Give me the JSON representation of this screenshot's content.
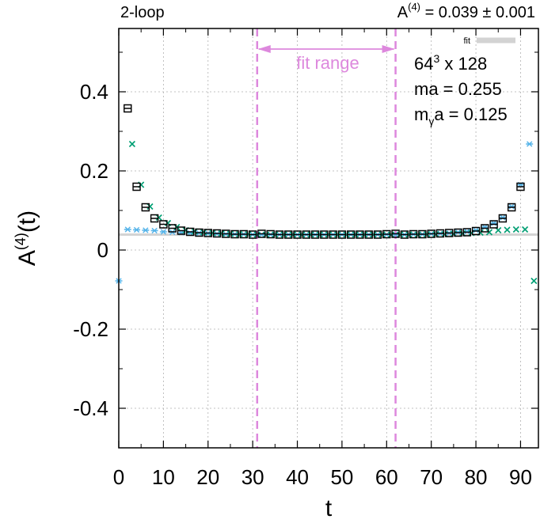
{
  "header": {
    "left": "2-loop",
    "right_base": "A",
    "right_sup": "(4)",
    "right_rest": " = 0.039 ± 0.001"
  },
  "annotation": {
    "line1_base": "64",
    "line1_sup": "3",
    "line1_rest": " x 128",
    "line2": "ma = 0.255",
    "line3_base": "m",
    "line3_sub": "γ",
    "line3_rest": "a = 0.125"
  },
  "fit_range_label": "fit range",
  "legend": {
    "fit_label": "fit"
  },
  "colors": {
    "fit_range": "#dd88dd",
    "fit_band": "#d3d3d3",
    "series_blue": "#56b4e9",
    "series_green": "#009e73",
    "series_black": "#000000",
    "grid": "#b0b0b0"
  },
  "chart_data": {
    "type": "scatter",
    "xlabel": "t",
    "ylabel_base": "A",
    "ylabel_sup": "(4)",
    "ylabel_rest": "(t)",
    "xlim": [
      0,
      94
    ],
    "ylim": [
      -0.5,
      0.56
    ],
    "xticks": [
      0,
      10,
      20,
      30,
      40,
      50,
      60,
      70,
      80,
      90
    ],
    "yticks": [
      -0.4,
      -0.2,
      0,
      0.2,
      0.4
    ],
    "ytick_labels": [
      "-0.4",
      "-0.2",
      "0",
      "0.2",
      "0.4"
    ],
    "grid": true,
    "fit_value": 0.039,
    "fit_error": 0.001,
    "fit_range": [
      31,
      62
    ],
    "series": [
      {
        "marker": "asterisk",
        "color": "#56b4e9",
        "x": [
          0,
          2,
          4,
          6,
          8,
          10,
          12,
          14,
          16,
          18,
          20,
          22,
          24,
          26,
          28,
          30,
          32,
          34,
          36,
          38,
          40,
          42,
          44,
          46,
          48,
          50,
          52,
          54,
          56,
          58,
          60,
          62,
          64,
          66,
          68,
          70,
          72,
          74,
          76,
          78,
          80,
          82,
          84,
          86,
          88,
          90,
          92
        ],
        "y": [
          -0.078,
          0.052,
          0.051,
          0.05,
          0.049,
          0.046,
          0.045,
          0.044,
          0.043,
          0.043,
          0.042,
          0.041,
          0.04,
          0.04,
          0.04,
          0.039,
          0.039,
          0.039,
          0.039,
          0.039,
          0.039,
          0.039,
          0.039,
          0.039,
          0.039,
          0.039,
          0.039,
          0.039,
          0.039,
          0.039,
          0.039,
          0.039,
          0.039,
          0.04,
          0.04,
          0.041,
          0.042,
          0.043,
          0.045,
          0.047,
          0.05,
          0.058,
          0.068,
          0.082,
          0.11,
          0.165,
          0.268
        ]
      },
      {
        "marker": "cross",
        "color": "#009e73",
        "x": [
          3,
          5,
          7,
          9,
          11,
          13,
          15,
          17,
          19,
          21,
          23,
          25,
          27,
          29,
          31,
          33,
          35,
          37,
          39,
          41,
          43,
          45,
          47,
          49,
          51,
          53,
          55,
          57,
          59,
          61,
          63,
          65,
          67,
          69,
          71,
          73,
          75,
          77,
          79,
          81,
          83,
          85,
          87,
          89,
          91,
          93
        ],
        "y": [
          0.268,
          0.165,
          0.11,
          0.082,
          0.068,
          0.058,
          0.05,
          0.047,
          0.045,
          0.043,
          0.042,
          0.041,
          0.04,
          0.04,
          0.039,
          0.039,
          0.039,
          0.039,
          0.039,
          0.039,
          0.039,
          0.039,
          0.039,
          0.039,
          0.039,
          0.039,
          0.039,
          0.039,
          0.039,
          0.039,
          0.039,
          0.039,
          0.039,
          0.04,
          0.04,
          0.04,
          0.041,
          0.042,
          0.043,
          0.044,
          0.045,
          0.05,
          0.051,
          0.052,
          0.052,
          -0.078
        ]
      },
      {
        "marker": "square-bar",
        "color": "#000000",
        "x": [
          2,
          4,
          6,
          8,
          10,
          12,
          14,
          16,
          18,
          20,
          22,
          24,
          26,
          28,
          30,
          32,
          34,
          36,
          38,
          40,
          42,
          44,
          46,
          48,
          50,
          52,
          54,
          56,
          58,
          60,
          62,
          64,
          66,
          68,
          70,
          72,
          74,
          76,
          78,
          80,
          82,
          84,
          86,
          88,
          90
        ],
        "y": [
          0.358,
          0.16,
          0.108,
          0.08,
          0.065,
          0.055,
          0.049,
          0.046,
          0.044,
          0.043,
          0.042,
          0.041,
          0.04,
          0.04,
          0.039,
          0.041,
          0.04,
          0.039,
          0.039,
          0.039,
          0.039,
          0.039,
          0.039,
          0.039,
          0.039,
          0.039,
          0.039,
          0.039,
          0.039,
          0.04,
          0.041,
          0.039,
          0.04,
          0.04,
          0.041,
          0.042,
          0.043,
          0.044,
          0.045,
          0.048,
          0.055,
          0.065,
          0.08,
          0.108,
          0.16
        ]
      }
    ]
  }
}
